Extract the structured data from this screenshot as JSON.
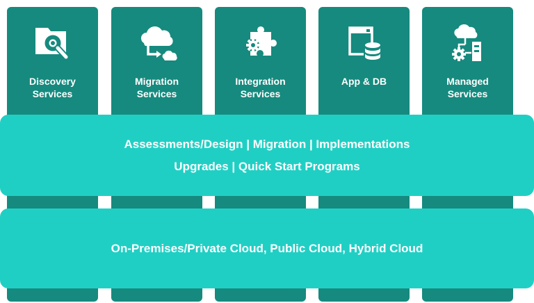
{
  "columns": [
    {
      "icon": "folder-search-icon",
      "label": "Discovery Services"
    },
    {
      "icon": "cloud-migration-icon",
      "label": "Migration Services"
    },
    {
      "icon": "puzzle-gear-icon",
      "label": "Integration Services"
    },
    {
      "icon": "app-database-icon",
      "label": "App & DB"
    },
    {
      "icon": "cloud-server-gear-icon",
      "label": "Managed Services"
    }
  ],
  "bands": [
    {
      "lines": [
        "Assessments/Design | Migration | Implementations",
        "Upgrades | Quick Start Programs"
      ]
    },
    {
      "lines": [
        "On-Premises/Private Cloud, Public Cloud, Hybrid Cloud"
      ]
    }
  ],
  "colors": {
    "column": "#168a7e",
    "band": "#20cfc4",
    "text": "#ffffff"
  }
}
